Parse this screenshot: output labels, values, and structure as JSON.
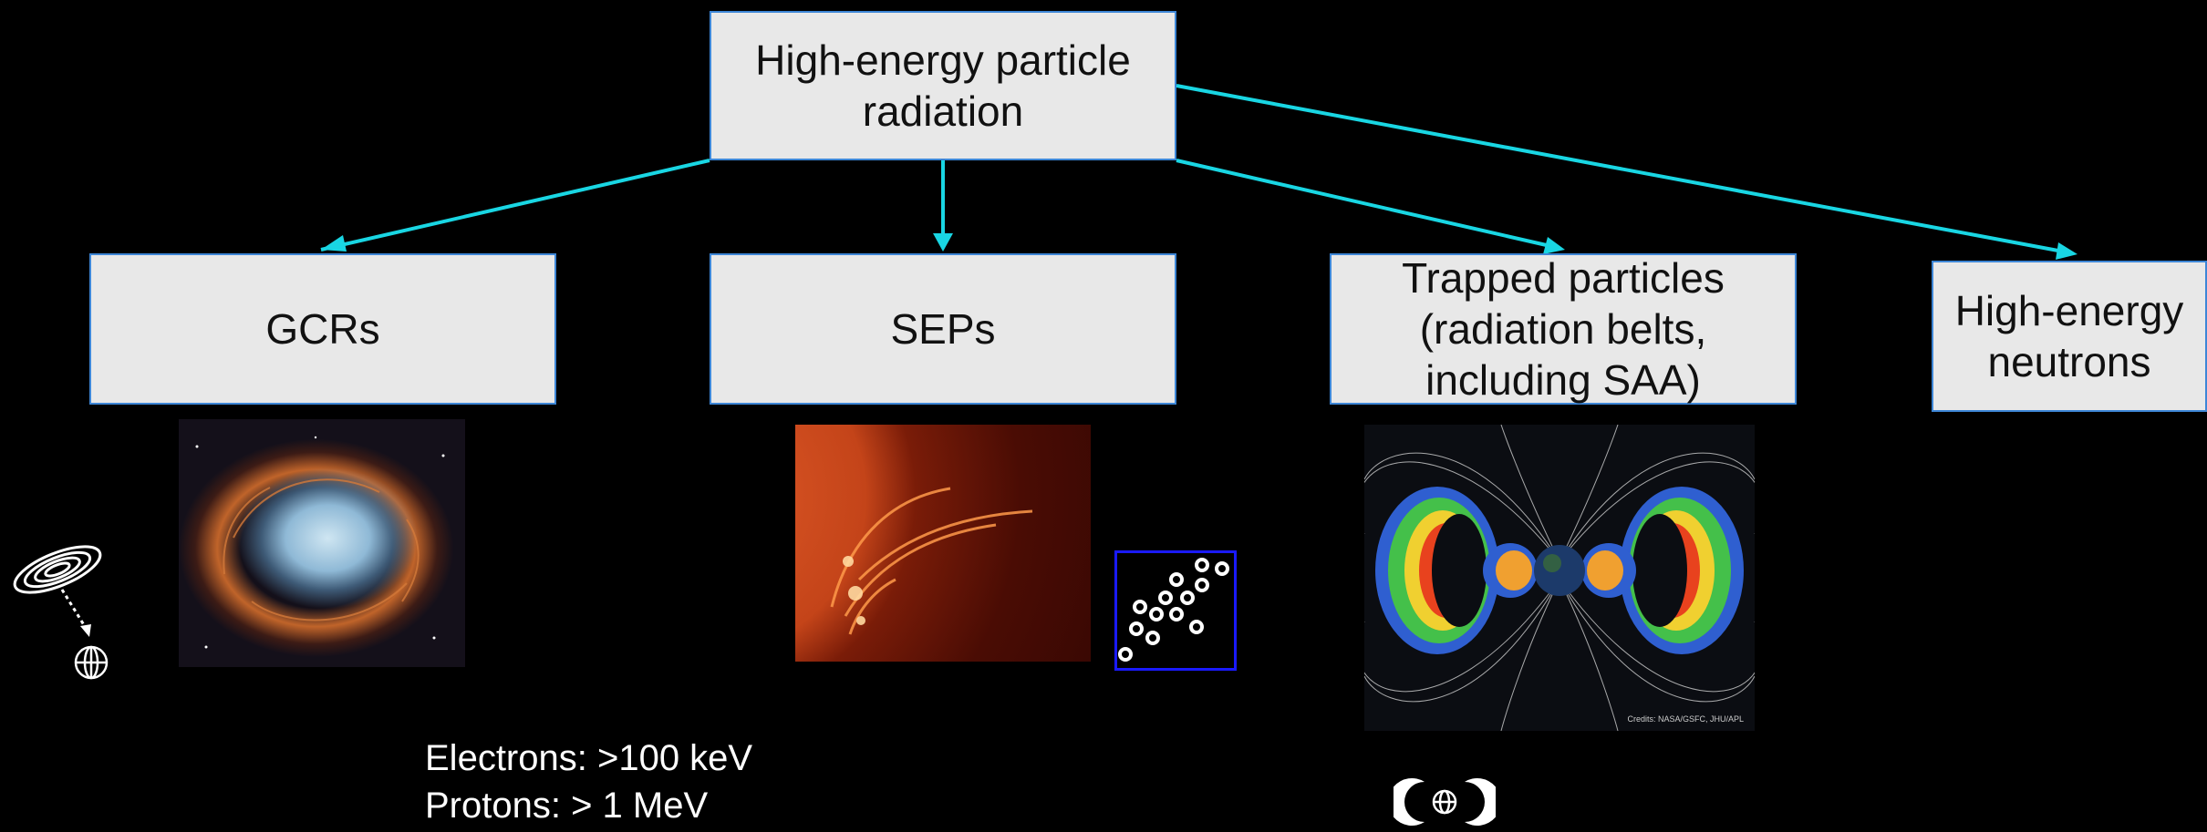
{
  "nodes": {
    "root": "High-energy particle\nradiation",
    "gcr": "GCRs",
    "sep": "SEPs",
    "trapped": "Trapped particles\n(radiation belts,\nincluding SAA)",
    "neutrons": "High-energy\nneutrons"
  },
  "energy_thresholds": {
    "electrons": "Electrons: >100 keV",
    "protons": "Protons: > 1 MeV"
  },
  "belt_image_credit": "Credits: NASA/GSFC, JHU/APL",
  "colors": {
    "background": "#000000",
    "box_fill": "#e8e8e8",
    "box_border": "#3d86d6",
    "arrow": "#19d6e3",
    "particle_box_border": "#1a1aff"
  },
  "icons": [
    "galaxy-icon",
    "globe-icon",
    "particles-icon",
    "radiation-belt-icon"
  ]
}
